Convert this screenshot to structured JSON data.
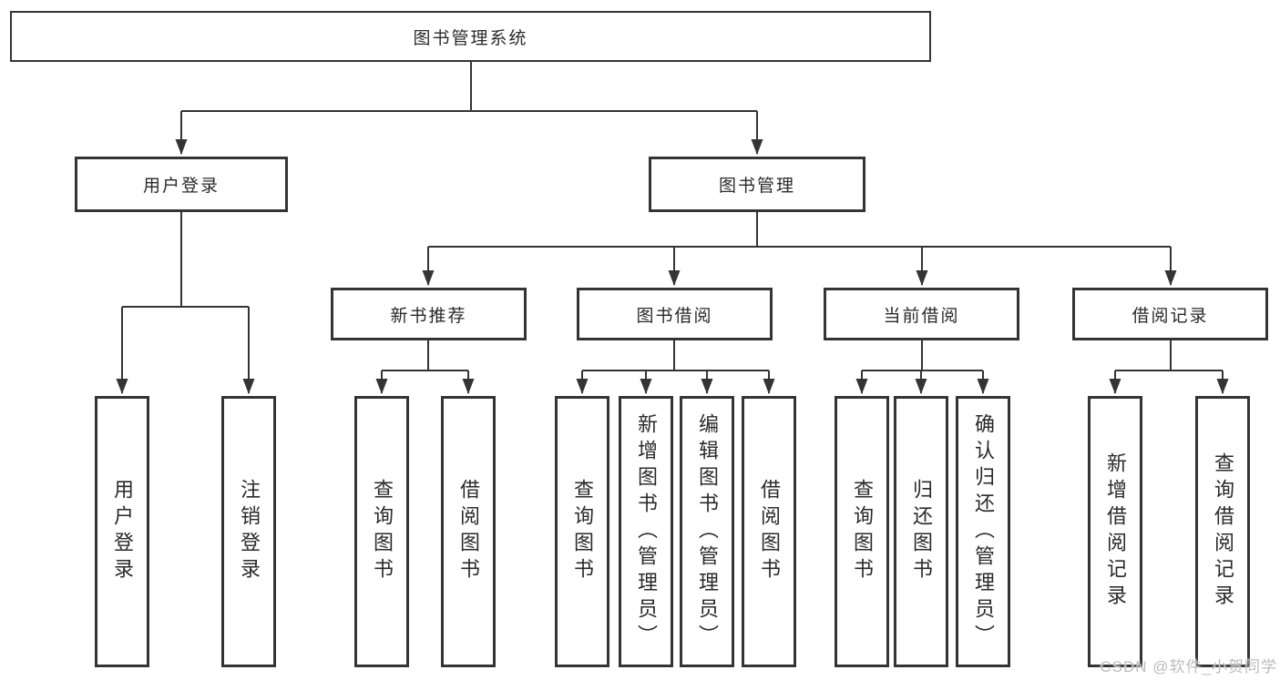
{
  "diagram": {
    "type": "tree-structure-diagram",
    "root": {
      "label": "图书管理系统"
    },
    "level2": [
      {
        "id": "user-login",
        "label": "用户登录"
      },
      {
        "id": "book-management",
        "label": "图书管理"
      }
    ],
    "level3": [
      {
        "id": "new-book-recommend",
        "parent": "图书管理",
        "label": "新书推荐"
      },
      {
        "id": "book-borrow",
        "parent": "图书管理",
        "label": "图书借阅"
      },
      {
        "id": "current-borrow",
        "parent": "图书管理",
        "label": "当前借阅"
      },
      {
        "id": "borrow-record",
        "parent": "图书管理",
        "label": "借阅记录"
      }
    ],
    "leaves": [
      {
        "parent": "用户登录",
        "label": "用户登录"
      },
      {
        "parent": "用户登录",
        "label": "注销登录"
      },
      {
        "parent": "新书推荐",
        "label": "查询图书"
      },
      {
        "parent": "新书推荐",
        "label": "借阅图书"
      },
      {
        "parent": "图书借阅",
        "label": "查询图书"
      },
      {
        "parent": "图书借阅",
        "label": "新增图书（管理员）"
      },
      {
        "parent": "图书借阅",
        "label": "编辑图书（管理员）"
      },
      {
        "parent": "图书借阅",
        "label": "借阅图书"
      },
      {
        "parent": "当前借阅",
        "label": "查询图书"
      },
      {
        "parent": "当前借阅",
        "label": "归还图书"
      },
      {
        "parent": "当前借阅",
        "label": "确认归还（管理员）"
      },
      {
        "parent": "借阅记录",
        "label": "新增借阅记录"
      },
      {
        "parent": "借阅记录",
        "label": "查询借阅记录"
      }
    ]
  },
  "watermark": {
    "text": "CSDN @软件_小贺同学",
    "color": "#bcbcbc"
  },
  "colors": {
    "background": "#ffffff",
    "line": "#343434",
    "box_border": "#343434",
    "text": "#2a2a2a"
  }
}
